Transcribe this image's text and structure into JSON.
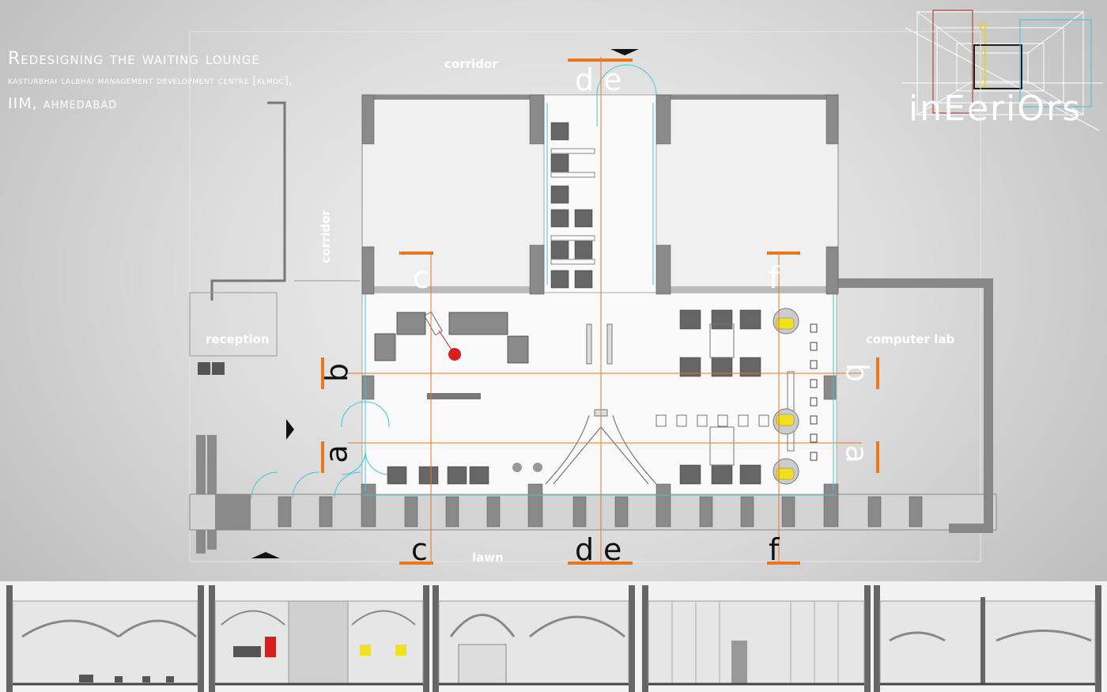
{
  "title": {
    "main": "Redesigning the waiting lounge",
    "sub": "kasturbhai lalbhai management development centre [klmdc],",
    "sub2": "IIM, ahmedabad"
  },
  "rooms": {
    "corridor_top": "corridor",
    "corridor_left": "corridor",
    "reception": "reception",
    "computer_lab": "computer lab",
    "lawn": "lawn"
  },
  "section_markers": {
    "a": "a",
    "b": "b",
    "c": "c",
    "d": "d",
    "e": "e",
    "f": "f"
  },
  "logo": "inEeriOrs",
  "colors": {
    "section_line": "#e87722",
    "wall": "#8a8a8a",
    "window": "#3cc8d8",
    "yellow": "#f0e020",
    "red": "#d81e1e"
  }
}
